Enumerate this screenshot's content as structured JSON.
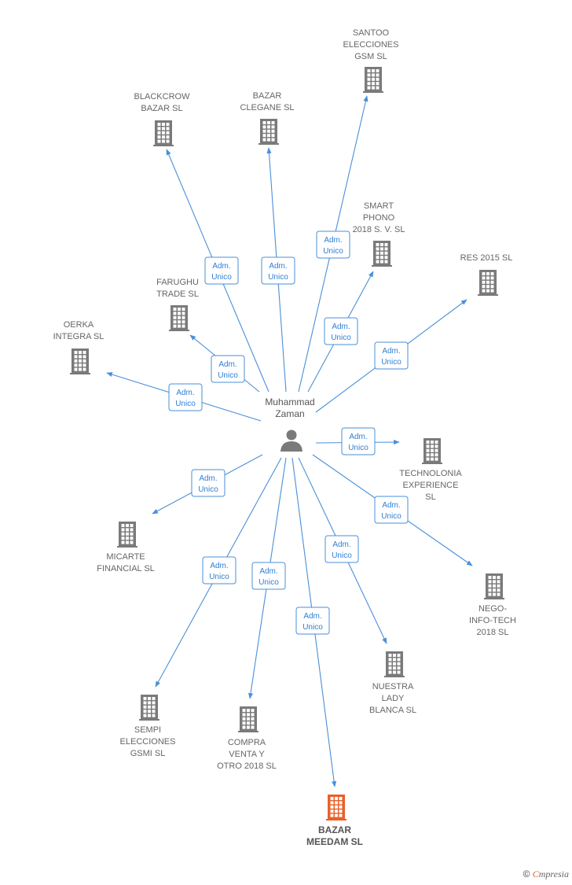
{
  "center": {
    "name_lines": [
      "Muhammad",
      "Zaman"
    ],
    "icon": "person-icon"
  },
  "relation_lines": [
    "Adm.",
    "Unico"
  ],
  "colors": {
    "edge": "#4a8fd8",
    "company_icon": "#7a7a7a",
    "highlight_icon": "#e8612b",
    "person_icon": "#7a7a7a"
  },
  "companies": [
    {
      "id": "santoo",
      "lines": [
        "SANTOO",
        "ELECCIONES",
        "GSM  SL"
      ],
      "highlight": false
    },
    {
      "id": "blackcrow",
      "lines": [
        "BLACKCROW",
        "BAZAR  SL"
      ],
      "highlight": false
    },
    {
      "id": "bazar-clegane",
      "lines": [
        "BAZAR",
        "CLEGANE  SL"
      ],
      "highlight": false
    },
    {
      "id": "smart-phono",
      "lines": [
        "SMART",
        "PHONO",
        "2018 S. V.  SL"
      ],
      "highlight": false
    },
    {
      "id": "res-2015",
      "lines": [
        "RES 2015  SL"
      ],
      "highlight": false
    },
    {
      "id": "farughu",
      "lines": [
        "FARUGHU",
        "TRADE  SL"
      ],
      "highlight": false
    },
    {
      "id": "oerka",
      "lines": [
        "OERKA",
        "INTEGRA  SL"
      ],
      "highlight": false
    },
    {
      "id": "technolonia",
      "lines": [
        "TECHNOLONIA",
        "EXPERIENCE",
        "SL"
      ],
      "highlight": false
    },
    {
      "id": "micarte",
      "lines": [
        "MICARTE",
        "FINANCIAL  SL"
      ],
      "highlight": false
    },
    {
      "id": "nego",
      "lines": [
        "NEGO-",
        "INFO-TECH",
        "2018  SL"
      ],
      "highlight": false
    },
    {
      "id": "nuestra",
      "lines": [
        "NUESTRA",
        "LADY",
        "BLANCA  SL"
      ],
      "highlight": false
    },
    {
      "id": "sempi",
      "lines": [
        "SEMPI",
        "ELECCIONES",
        "GSMI  SL"
      ],
      "highlight": false
    },
    {
      "id": "compra",
      "lines": [
        "COMPRA",
        "VENTA Y",
        "OTRO 2018  SL"
      ],
      "highlight": false
    },
    {
      "id": "bazar-meedam",
      "lines": [
        "BAZAR",
        "MEEDAM  SL"
      ],
      "highlight": true
    }
  ],
  "footer": {
    "copyright": "©",
    "brand_initial": "C",
    "brand_rest": "mpresia"
  }
}
